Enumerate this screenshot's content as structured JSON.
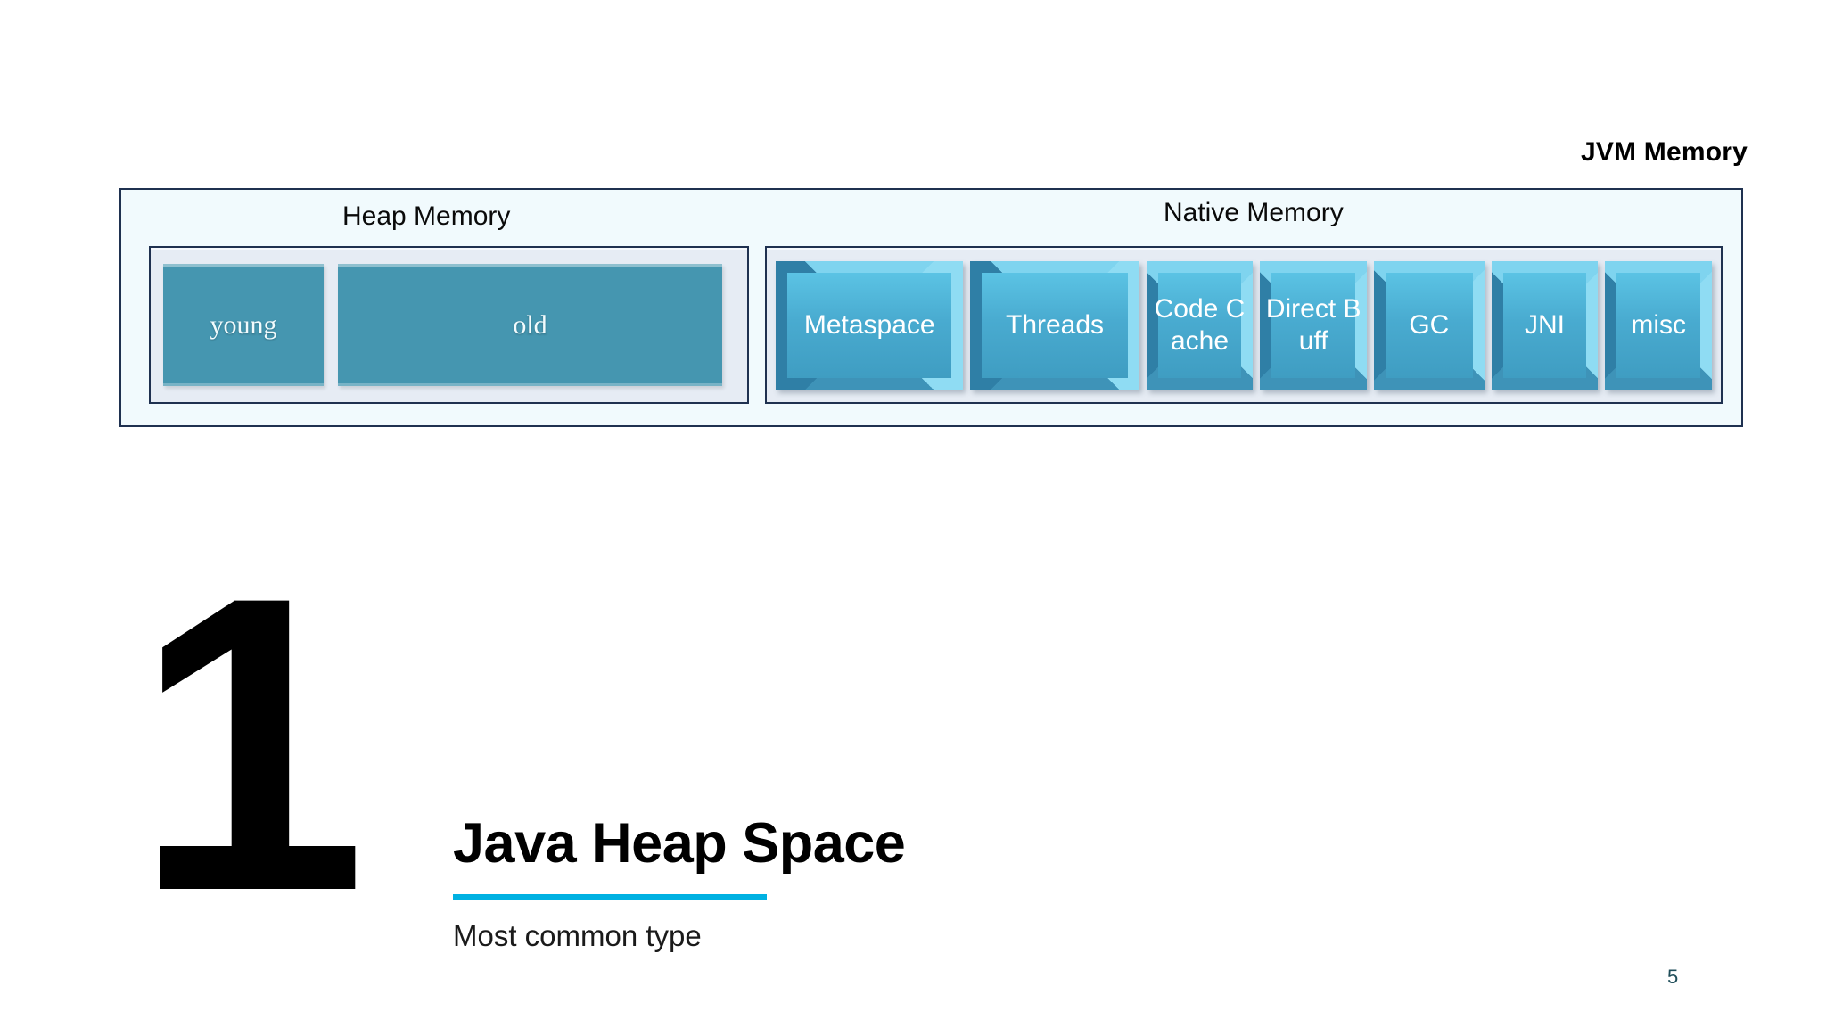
{
  "slide": {
    "jvm_title": "JVM Memory",
    "page_number": "5"
  },
  "diagram": {
    "heap": {
      "label": "Heap Memory",
      "regions": [
        {
          "name": "young",
          "label": "young"
        },
        {
          "name": "old",
          "label": "old"
        }
      ]
    },
    "native": {
      "label": "Native Memory",
      "regions": [
        {
          "name": "metaspace",
          "label": "Metaspace"
        },
        {
          "name": "threads",
          "label": "Threads"
        },
        {
          "name": "code-cache",
          "label": "Code Cache"
        },
        {
          "name": "direct-buff",
          "label": "Direct Buff"
        },
        {
          "name": "gc",
          "label": "GC"
        },
        {
          "name": "jni",
          "label": "JNI"
        },
        {
          "name": "misc",
          "label": "misc"
        }
      ]
    },
    "colors": {
      "panel_bg": "#f1fafd",
      "panel_border": "#1f3150",
      "inner_bg": "#e6ecf4",
      "heap_fill": "#4596b0",
      "native_fill": "#45a8cd"
    }
  },
  "content": {
    "number": "1",
    "headline": "Java Heap Space",
    "subhead": "Most common type",
    "accent_color": "#00b1e2"
  }
}
